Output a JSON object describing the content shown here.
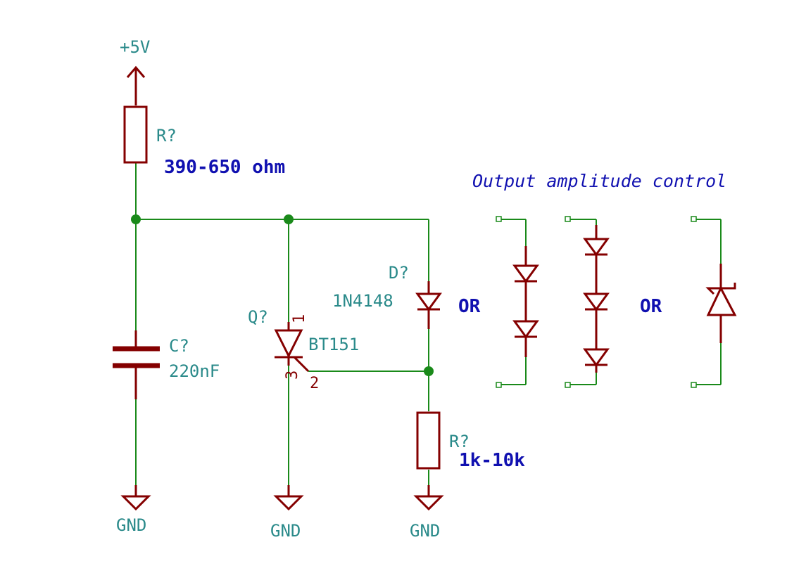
{
  "power": {
    "vcc_label": "+5V",
    "gnd_label": "GND"
  },
  "r1": {
    "ref": "R?",
    "value": "390-650 ohm"
  },
  "c1": {
    "ref": "C?",
    "value": "220nF"
  },
  "q1": {
    "ref": "Q?",
    "value": "BT151",
    "pin1": "1",
    "pin2": "2",
    "pin3": "3"
  },
  "d1": {
    "ref": "D?",
    "value": "1N4148"
  },
  "r2": {
    "ref": "R?",
    "value": "1k-10k"
  },
  "notes": {
    "title": "Output amplitude control",
    "or_label": "OR"
  },
  "colors": {
    "wire": "#1a8a1a",
    "component": "#840000",
    "label": "#2a8a8a",
    "note": "#1010b0"
  }
}
